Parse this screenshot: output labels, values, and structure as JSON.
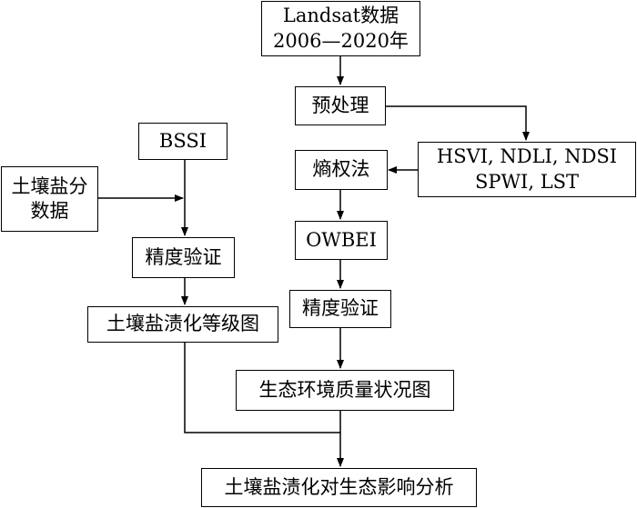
{
  "nodes": {
    "landsat": {
      "line1": "Landsat数据",
      "line2": "2006—2020年"
    },
    "preprocess": {
      "label": "预处理"
    },
    "indices": {
      "line1": "HSVI, NDLI, NDSI",
      "line2": "SPWI, LST"
    },
    "entropy": {
      "label": "熵权法"
    },
    "owbei": {
      "label": "OWBEI"
    },
    "accuracy_right": {
      "label": "精度验证"
    },
    "eco_map": {
      "label": "生态环境质量状况图"
    },
    "bssi": {
      "label": "BSSI"
    },
    "soil_salt_data": {
      "line1": "土壤盐分",
      "line2": "数据"
    },
    "accuracy_left": {
      "label": "精度验证"
    },
    "salinization_map": {
      "label": "土壤盐渍化等级图"
    },
    "final": {
      "label": "土壤盐渍化对生态影响分析"
    }
  }
}
